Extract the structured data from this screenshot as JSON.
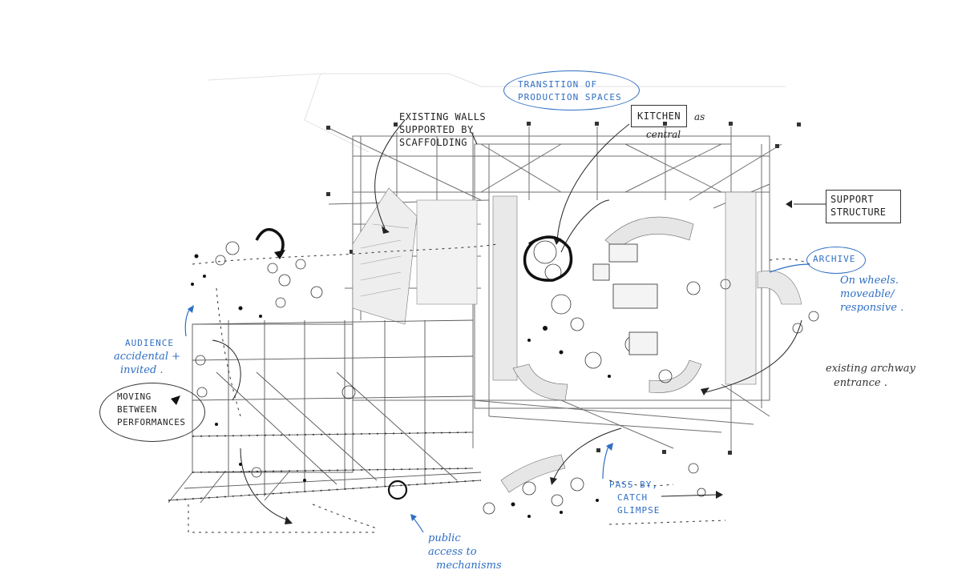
{
  "annotations": {
    "transition": [
      "TRANSITION OF",
      "PRODUCTION SPACES"
    ],
    "existing_walls": [
      "EXISTING WALLS",
      "SUPPORTED BY",
      "SCAFFOLDING"
    ],
    "kitchen": "KITCHEN",
    "kitchen_tail": [
      "as",
      "central"
    ],
    "support_structure": [
      "SUPPORT",
      "STRUCTURE"
    ],
    "archive": "ARCHIVE",
    "archive_note": [
      "On wheels.",
      "moveable/",
      "responsive ."
    ],
    "archway": [
      "existing archway",
      "entrance ."
    ],
    "audience": [
      "AUDIENCE",
      "accidental +",
      "invited ."
    ],
    "moving": [
      "MOVING",
      "BETWEEN",
      "PERFORMANCES"
    ],
    "pass_by": [
      "PASS BY,",
      "CATCH",
      "GLIMPSE"
    ],
    "public_access": [
      "public",
      "access to",
      "mechanisms"
    ]
  },
  "colors": {
    "ink": "#222222",
    "pencil": "#8a8a8a",
    "annotation_blue": "#2f6fc4"
  }
}
